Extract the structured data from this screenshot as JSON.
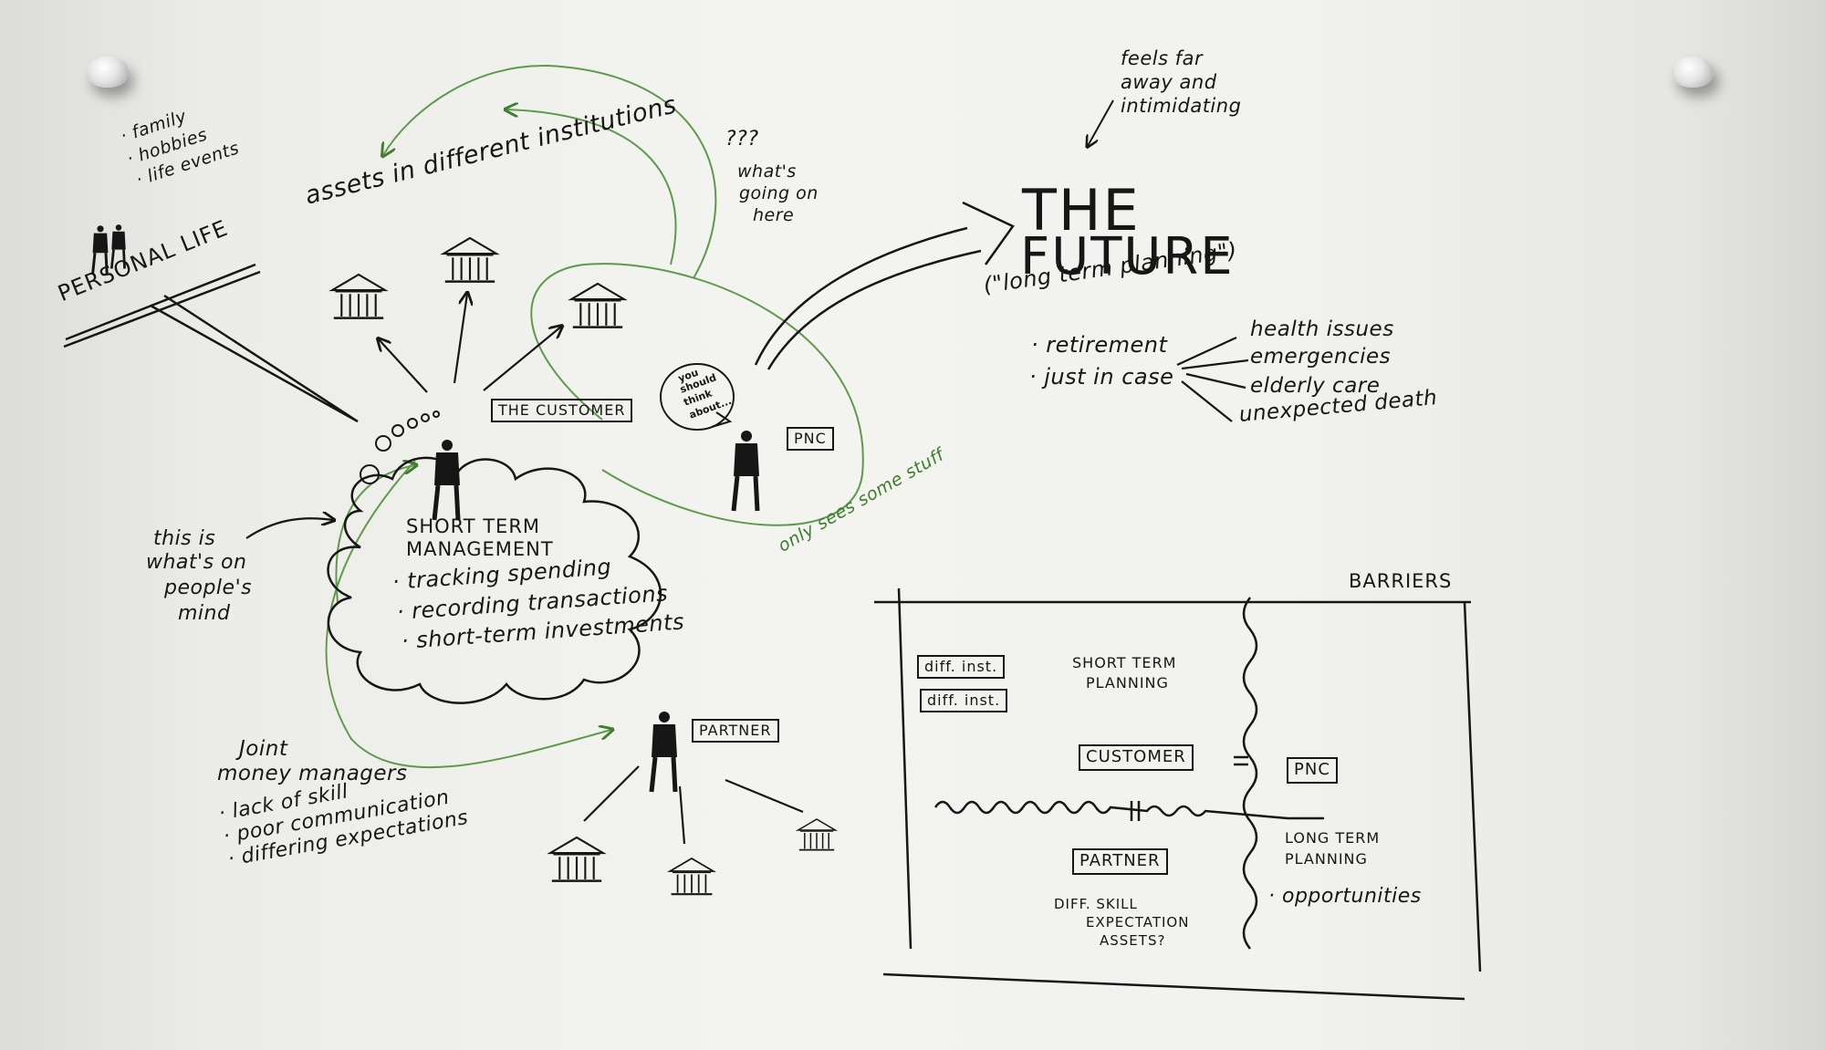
{
  "personal_life": {
    "label": "PERSONAL LIFE",
    "items": [
      "· family",
      "· hobbies",
      "· life events"
    ]
  },
  "assets": {
    "label": "assets in different institutions"
  },
  "question": {
    "marks": "???",
    "text": [
      "what's",
      "going on",
      "here"
    ]
  },
  "future": {
    "note": [
      "feels far",
      "away and",
      "intimidating"
    ],
    "title_line1": "THE",
    "title_line2": "FUTURE",
    "subtitle": "(\"long term planning\")",
    "items": [
      "· retirement",
      "· just in case"
    ],
    "cases": [
      "health issues",
      "emergencies",
      "elderly care",
      "unexpected death"
    ]
  },
  "customer": {
    "label": "THE CUSTOMER",
    "short_term": {
      "title": [
        "SHORT TERM",
        "MANAGEMENT"
      ],
      "items": [
        "· tracking spending",
        "· recording transactions",
        "· short-term investments"
      ]
    }
  },
  "mind_note": [
    "this is",
    "what's on",
    "people's",
    "mind"
  ],
  "pnc": {
    "label": "PNC",
    "speech": [
      "you",
      "should",
      "think",
      "about..."
    ],
    "sees": "only sees some stuff"
  },
  "partner": {
    "label": "PARTNER",
    "joint": [
      "Joint",
      "money managers"
    ],
    "issues": [
      "· lack of skill",
      "· poor communication",
      "· differing expectations"
    ]
  },
  "barriers": {
    "title": "BARRIERS",
    "diff_inst": [
      "diff. inst.",
      "diff. inst."
    ],
    "short_term": [
      "SHORT TERM",
      "PLANNING"
    ],
    "customer": "CUSTOMER",
    "pnc": "PNC",
    "partner": "PARTNER",
    "long_term": [
      "LONG TERM",
      "PLANNING"
    ],
    "opportunities": "· opportunities",
    "diff": [
      "DIFF. SKILL",
      "EXPECTATION",
      "ASSETS?"
    ]
  },
  "colors": {
    "ink": "#161616",
    "green": "#3d7d2c",
    "paper": "#f2f2ef"
  }
}
